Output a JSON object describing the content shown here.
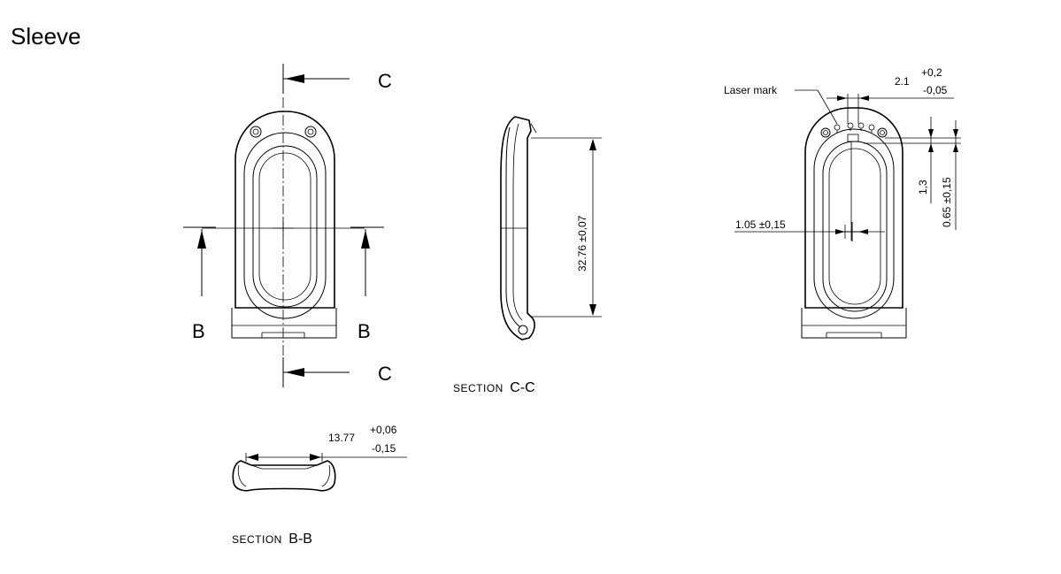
{
  "title": "Sleeve",
  "views": {
    "front": {
      "section_c_label_top": "C",
      "section_c_label_bottom": "C",
      "section_b_label_left": "B",
      "section_b_label_right": "B"
    },
    "section_cc": {
      "caption_prefix": "SECTION",
      "caption_id": "C-C",
      "height_dim": "32.76 ±0,07"
    },
    "section_bb": {
      "caption_prefix": "SECTION",
      "caption_id": "B-B",
      "width_dim": "13.77",
      "width_tol_upper": "+0,06",
      "width_tol_lower": "-0,15"
    },
    "detail": {
      "laser_mark_label": "Laser mark",
      "top_dim": "2.1",
      "top_tol_upper": "+0,2",
      "top_tol_lower": "-0,05",
      "offset_dim": "1.05  ±0,15",
      "vertical_dim_1": "1,3",
      "vertical_dim_2": "0.65  ±0,15"
    }
  }
}
